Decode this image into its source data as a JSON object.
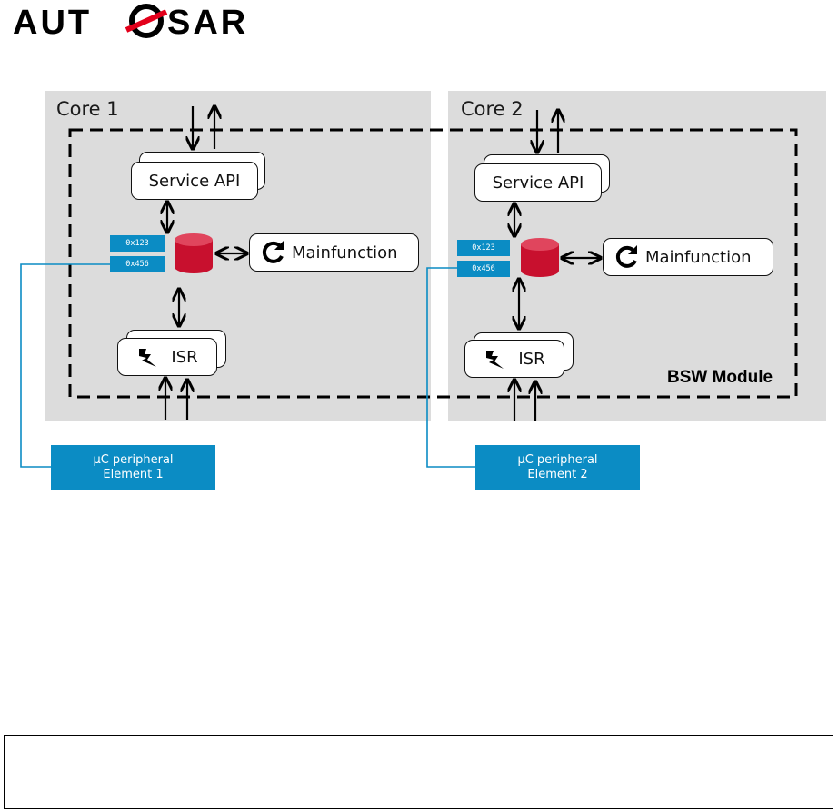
{
  "logo": {
    "text": "AUTOSAR"
  },
  "cores": [
    {
      "title": "Core 1",
      "service_api": "Service API",
      "mainfunction": "Mainfunction",
      "isr": "ISR",
      "registers": [
        "0x123",
        "0x456"
      ],
      "peripheral": {
        "line1": "µC peripheral",
        "line2": "Element 1"
      }
    },
    {
      "title": "Core 2",
      "service_api": "Service API",
      "mainfunction": "Mainfunction",
      "isr": "ISR",
      "registers": [
        "0x123",
        "0x456"
      ],
      "peripheral": {
        "line1": "µC peripheral",
        "line2": "Element 2"
      }
    }
  ],
  "bsw_module_label": "BSW Module",
  "colors": {
    "panel": "#dcdcdc",
    "accent_blue": "#0b8cc4",
    "database_red": "#c8102e",
    "logo_red": "#e3001b"
  },
  "footer": {
    "text": ""
  }
}
